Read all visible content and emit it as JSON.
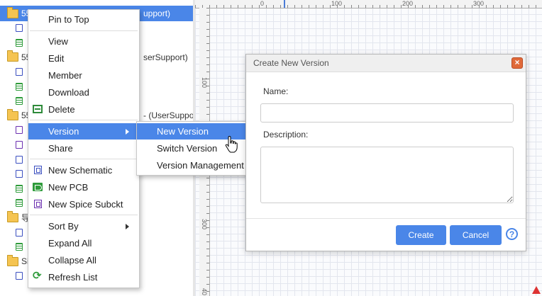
{
  "tree": {
    "rows": [
      {
        "kind": "folder",
        "label": "55",
        "suffix": "upport)",
        "selected": true
      },
      {
        "kind": "sch",
        "label": ""
      },
      {
        "kind": "pcb",
        "label": ""
      },
      {
        "kind": "folder",
        "label": "55",
        "suffix": "serSupport)"
      },
      {
        "kind": "sch",
        "label": ""
      },
      {
        "kind": "pcb",
        "label": ""
      },
      {
        "kind": "pcb",
        "label": ""
      },
      {
        "kind": "folder",
        "label": "55",
        "suffix": "- (UserSuppo"
      },
      {
        "kind": "sub",
        "label": ""
      },
      {
        "kind": "sub",
        "label": ""
      },
      {
        "kind": "sch",
        "label": ""
      },
      {
        "kind": "sch",
        "label": ""
      },
      {
        "kind": "pcb",
        "label": ""
      },
      {
        "kind": "pcb",
        "label": ""
      },
      {
        "kind": "folder",
        "label": "导"
      },
      {
        "kind": "sch",
        "label": ""
      },
      {
        "kind": "pcb",
        "label": ""
      },
      {
        "kind": "folder",
        "label": "Si"
      },
      {
        "kind": "sch",
        "label": ""
      }
    ]
  },
  "ruler": {
    "top_labels": [
      "0",
      "100",
      "200",
      "300"
    ],
    "left_labels": [
      "100",
      "200",
      "300",
      "40"
    ]
  },
  "context_menu": {
    "pin_to_top": "Pin to Top",
    "view": "View",
    "edit": "Edit",
    "member": "Member",
    "download": "Download",
    "delete": "Delete",
    "version": "Version",
    "share": "Share",
    "new_schematic": "New Schematic",
    "new_pcb": "New PCB",
    "new_spice_subckt": "New Spice Subckt",
    "sort_by": "Sort By",
    "expand_all": "Expand All",
    "collapse_all": "Collapse All",
    "refresh_list": "Refresh List"
  },
  "version_submenu": {
    "new_version": "New Version",
    "switch_version": "Switch Version",
    "version_management": "Version Management"
  },
  "dialog": {
    "title": "Create New Version",
    "close": "×",
    "name_label": "Name:",
    "name_value": "",
    "description_label": "Description:",
    "description_value": "",
    "create_label": "Create",
    "cancel_label": "Cancel",
    "help": "?"
  },
  "colors": {
    "accent": "#4a86e8",
    "close_button": "#e06a3a",
    "folder": "#f5c451",
    "pcb_green": "#2e9b3a"
  }
}
